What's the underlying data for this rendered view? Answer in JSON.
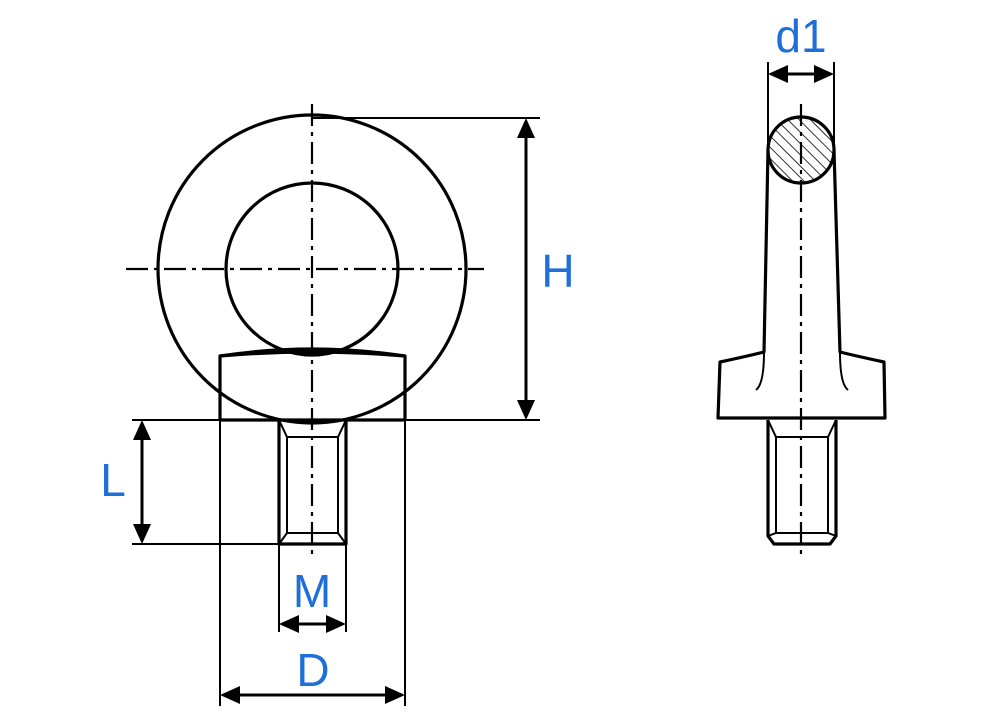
{
  "labels": {
    "H": "H",
    "L": "L",
    "M": "M",
    "D": "D",
    "d1": "d1"
  },
  "colors": {
    "line": "#000000",
    "label": "#1f6fd8",
    "hatch_fill": "#ffffff"
  }
}
